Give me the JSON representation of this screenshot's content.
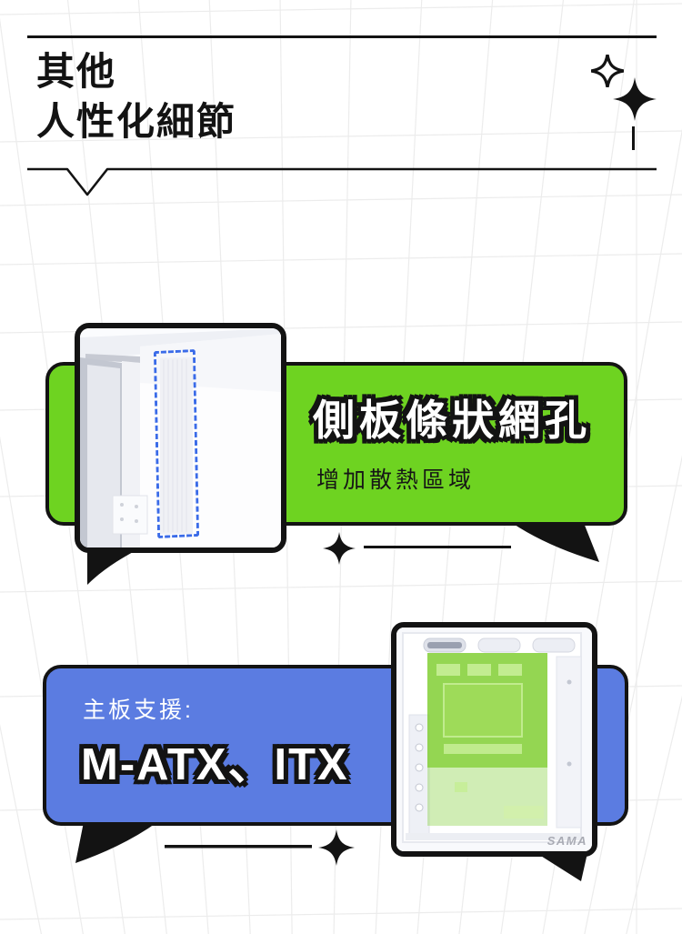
{
  "header": {
    "title_line1": "其他",
    "title_line2": "人性化細節"
  },
  "icons": {
    "top_right": [
      "sparkle-outline-icon",
      "sparkle-filled-icon"
    ],
    "section_markers": [
      "sparkle-filled-icon",
      "sparkle-filled-icon"
    ]
  },
  "section_mesh": {
    "heading": "側板條狀網孔",
    "subheading": "增加散熱區域"
  },
  "section_mobo": {
    "label": "主板支援:",
    "value": "M-ATX、ITX"
  },
  "photo_case": {
    "watermark": "SAMA"
  },
  "colors": {
    "ink": "#131313",
    "green": "#6ed321",
    "blue": "#5b7ce1",
    "dash": "#3a6be8",
    "grid-line": "#ececec",
    "wm": "#a9abb4",
    "ovl-strong": "rgba(124,205,44,0.82)",
    "ovl-light": "rgba(151,216,92,0.45)"
  }
}
